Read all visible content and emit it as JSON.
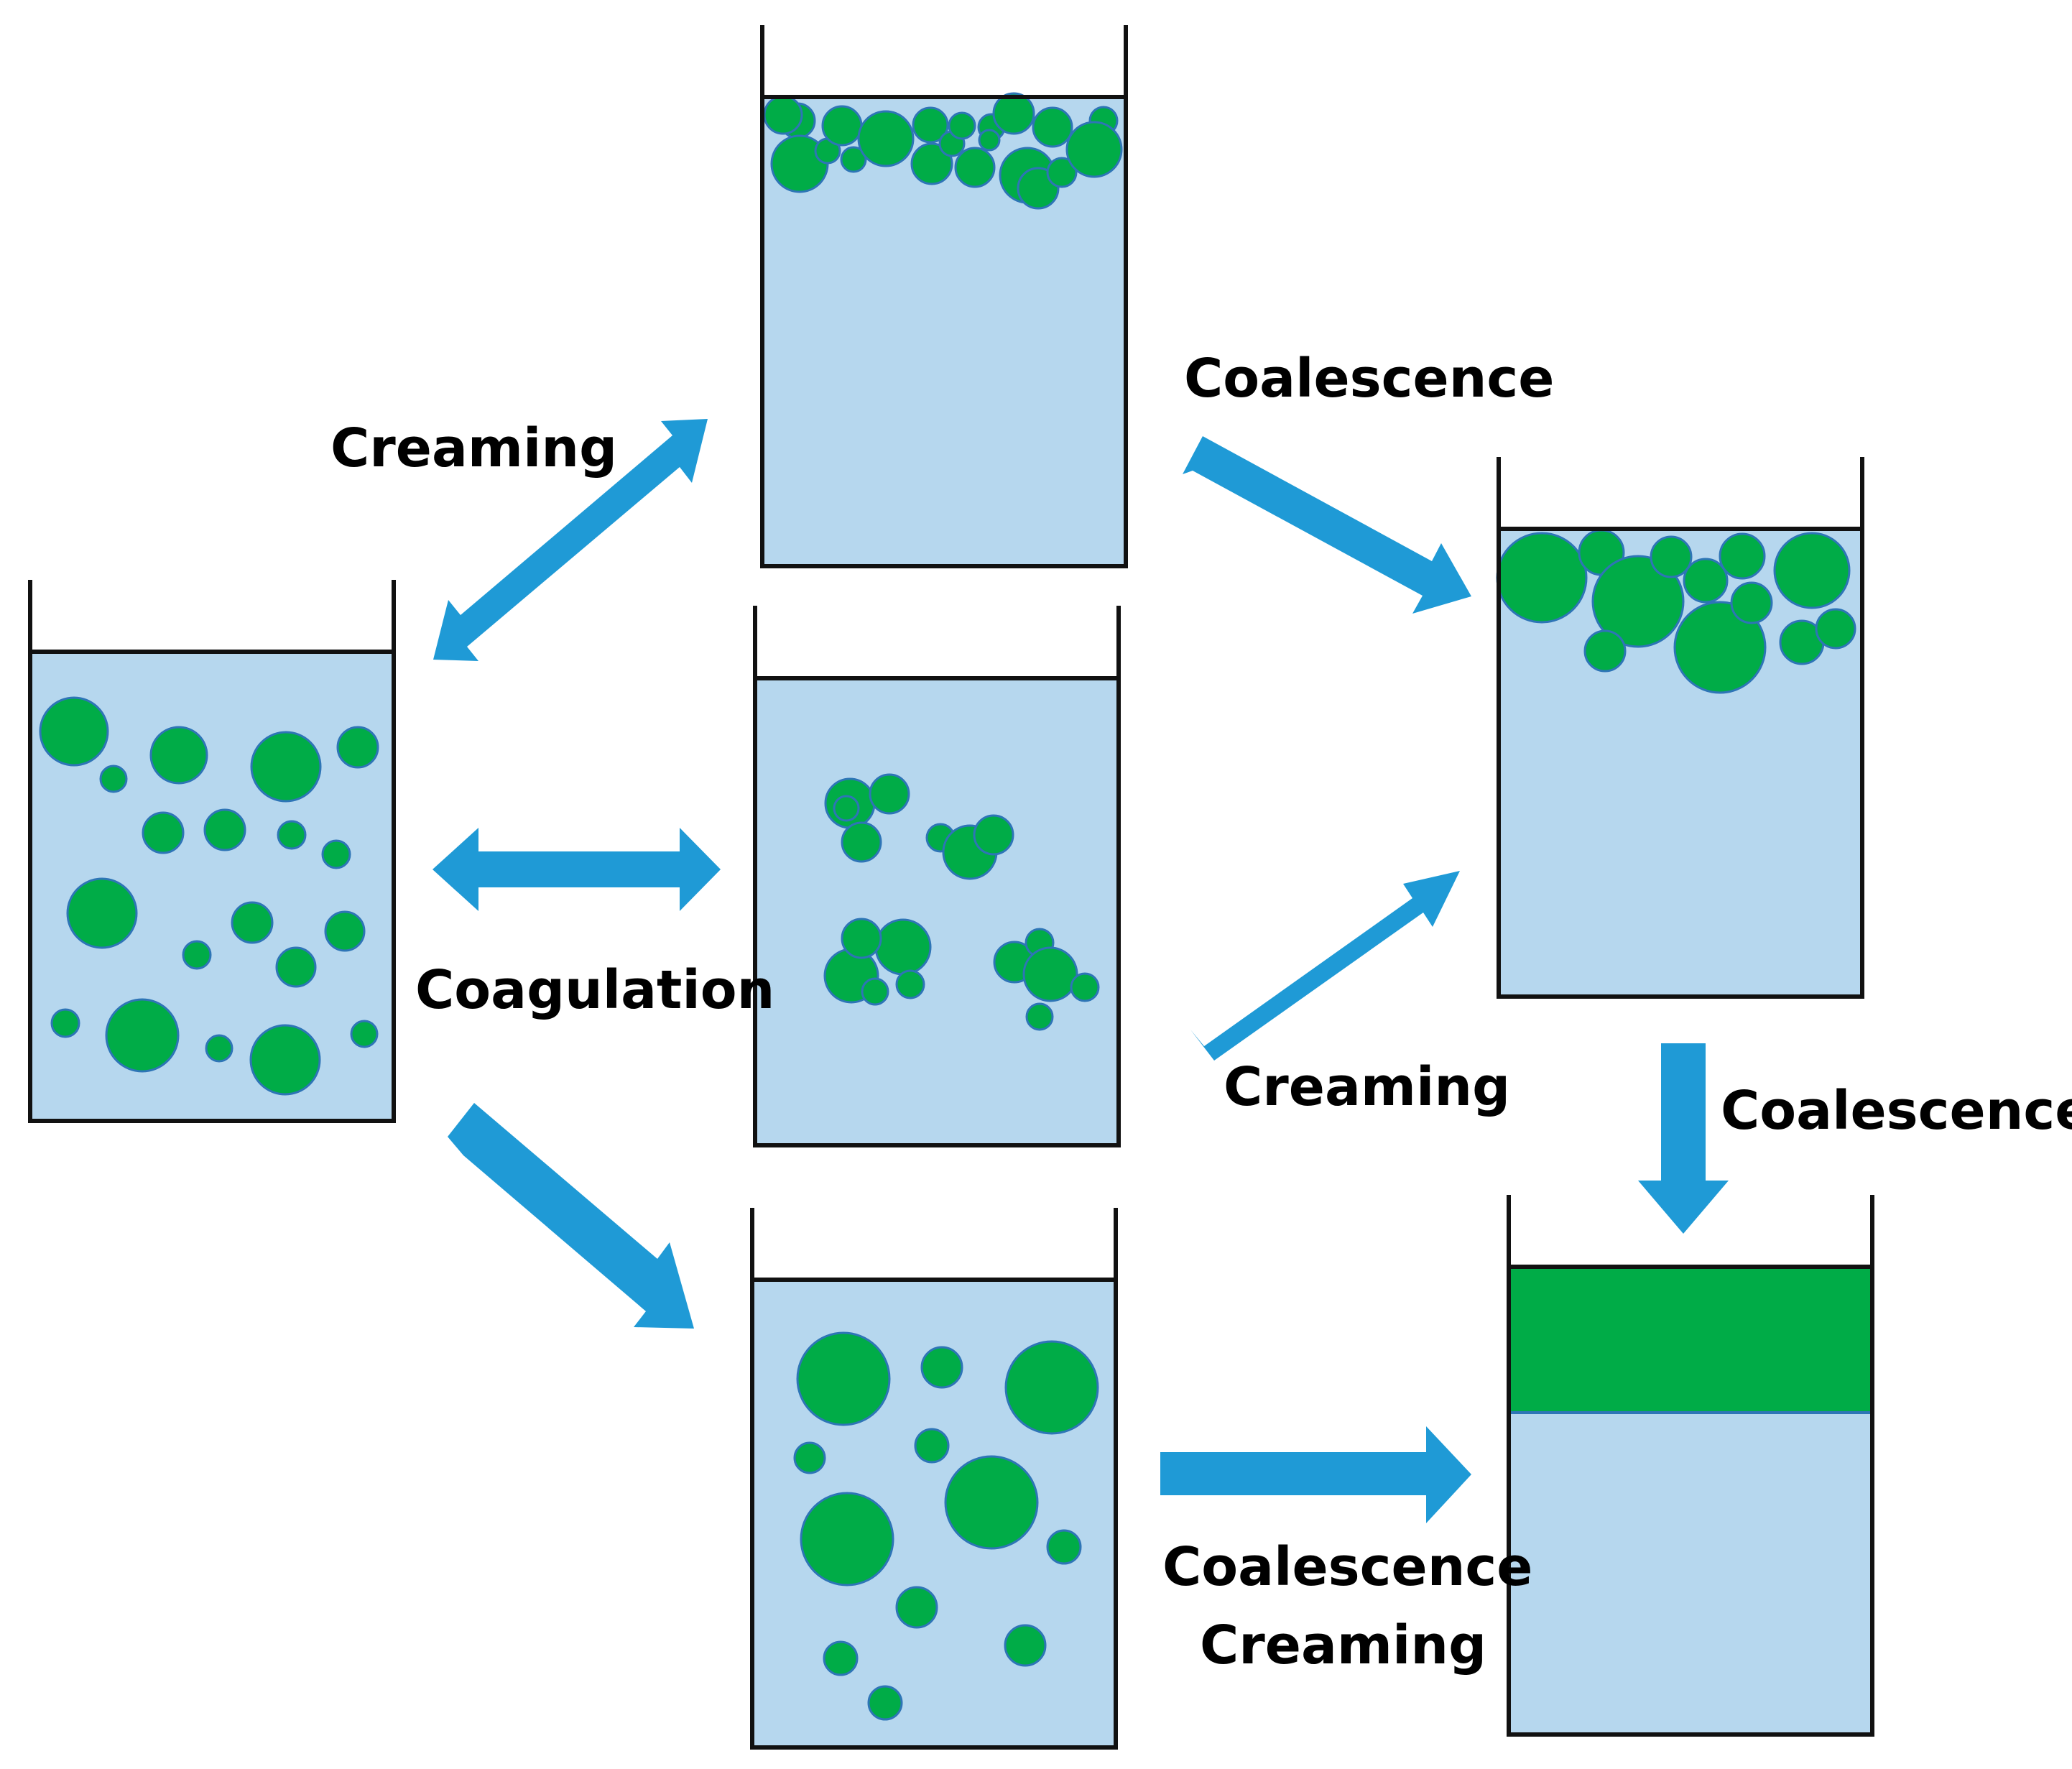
{
  "labels": {
    "creaming_top_left": "Creaming",
    "coalescence_top_right": "Coalescence",
    "coagulation": "Coagulation",
    "creaming_middle_right": "Creaming",
    "coalescence_right": "Coalescence",
    "coalescence_bottom": "Coalescence",
    "creaming_bottom": "Creaming"
  },
  "colors": {
    "liquid": "#b6d7ee",
    "droplet": "#00ac47",
    "droplet_outline": "#2e75b6",
    "arrow": "#1f9ad6",
    "container_line": "#111111"
  }
}
